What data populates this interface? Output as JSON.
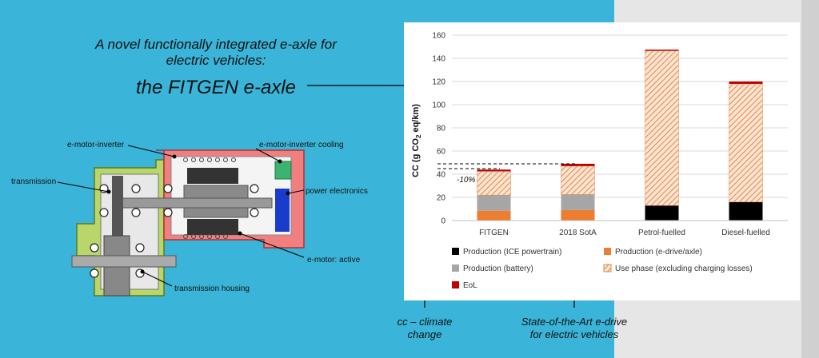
{
  "headline": {
    "line1": "A novel functionally integrated e-axle for",
    "line1b": "electric vehicles:",
    "line2": "the FITGEN e-axle"
  },
  "diagram": {
    "labels": {
      "e_motor_inverter": "e-motor-inverter",
      "cooling": "e-motor-inverter cooling",
      "transmission": "transmission",
      "power_electronics": "power electronics",
      "e_motor_active": "e-motor: active",
      "transmission_housing": "transmission housing"
    },
    "colors": {
      "inverter_housing": "#f08080",
      "transmission_housing": "#b8d66a",
      "power_electronics": "#1a3ccc",
      "cooling": "#3cb371"
    }
  },
  "captions": {
    "cc_line1": "cc – climate",
    "cc_line2": "change",
    "sota_line1": "State-of-the-Art e-drive",
    "sota_line2": "for electric vehicles"
  },
  "chart_data": {
    "type": "bar",
    "stacked": true,
    "categories": [
      "FITGEN",
      "2018 SotA",
      "Petrol-fuelled",
      "Diesel-fuelled"
    ],
    "ylabel": "CC (g CO",
    "ylabel_sub": "2",
    "ylabel_end": " eq/km)",
    "ylim": [
      0,
      160
    ],
    "yticks": [
      0,
      20,
      40,
      60,
      80,
      100,
      120,
      140,
      160
    ],
    "grid": true,
    "legend_position": "bottom",
    "series": [
      {
        "name": "Production (ICE powertrain)",
        "color": "#000000",
        "pattern": "solid",
        "values": [
          0,
          0,
          13,
          16
        ]
      },
      {
        "name": "Production (e-drive/axle)",
        "color": "#ed7d31",
        "pattern": "solid",
        "values": [
          8.5,
          9,
          0,
          0
        ]
      },
      {
        "name": "Production (battery)",
        "color": "#a6a6a6",
        "pattern": "solid",
        "values": [
          13.5,
          13.5,
          0,
          0
        ]
      },
      {
        "name": "Use phase (excluding charging losses)",
        "color": "#f4b183",
        "pattern": "hatch",
        "values": [
          20.5,
          24.5,
          133.5,
          102
        ]
      },
      {
        "name": "EoL",
        "color": "#c00000",
        "pattern": "solid",
        "values": [
          1.5,
          2,
          1,
          2
        ]
      }
    ],
    "annotations": {
      "reduction": "-10%"
    }
  }
}
